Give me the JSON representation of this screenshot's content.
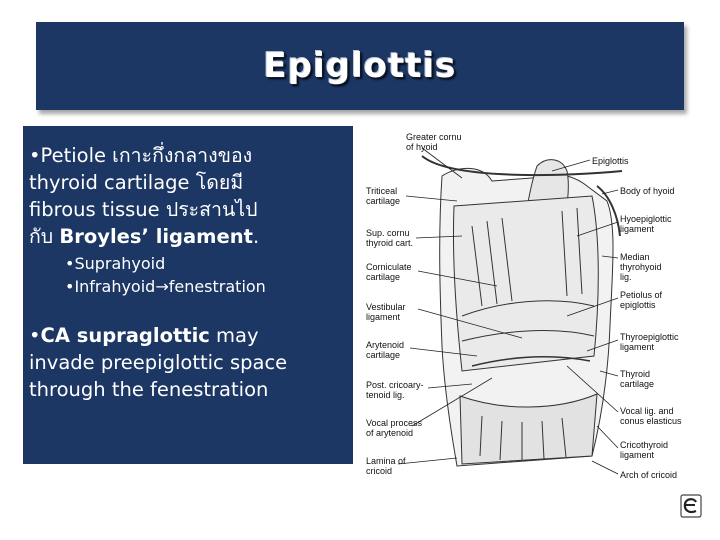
{
  "slide": {
    "title": "Epiglottis",
    "bullet1": {
      "bullet": "•",
      "line1": "Petiole เกาะกึ่งกลางของ",
      "line2": "thyroid cartilage โดยมี",
      "line3": "fibrous tissue ประสานไป",
      "line4_prefix": "กับ ",
      "line4_bold": "Broyles’ ligament",
      "line4_suffix": "."
    },
    "sub_items": [
      {
        "bullet": "•",
        "text": "Suprahyoid"
      },
      {
        "bullet": "•",
        "text_before": "Infrahyoid",
        "arrow": "→",
        "text_after": "fenestration"
      }
    ],
    "bullet2": {
      "bullet": "•",
      "bold": "CA supraglottic",
      "line1_rest": " may",
      "line2": "invade preepiglottic space",
      "line3": "through the fenestration"
    }
  },
  "figure": {
    "labels_left": [
      "Greater cornu\nof hyoid",
      "Triticeal\ncartilage",
      "Sup. cornu\nthyroid cart.",
      "Corniculate\ncartilage",
      "Vestibular\nligament",
      "Arytenoid\ncartilage",
      "Post. cricoary-\ntenoid lig.",
      "Vocal process\nof arytenoid",
      "Lamina of\ncricoid"
    ],
    "labels_right": [
      "Epiglottis",
      "Body of hyoid",
      "Hyoepiglottic\nligament",
      "Median thyrohyoid\nlig.",
      "Petiolus of\nepiglottis",
      "Thyroepiglottic\nligament",
      "Thyroid\ncartilage",
      "Vocal lig. and\nconus elasticus",
      "Cricothyroid\nligament",
      "Arch of cricoid"
    ]
  },
  "logo": {
    "icon": "publisher-e-logo-icon"
  }
}
